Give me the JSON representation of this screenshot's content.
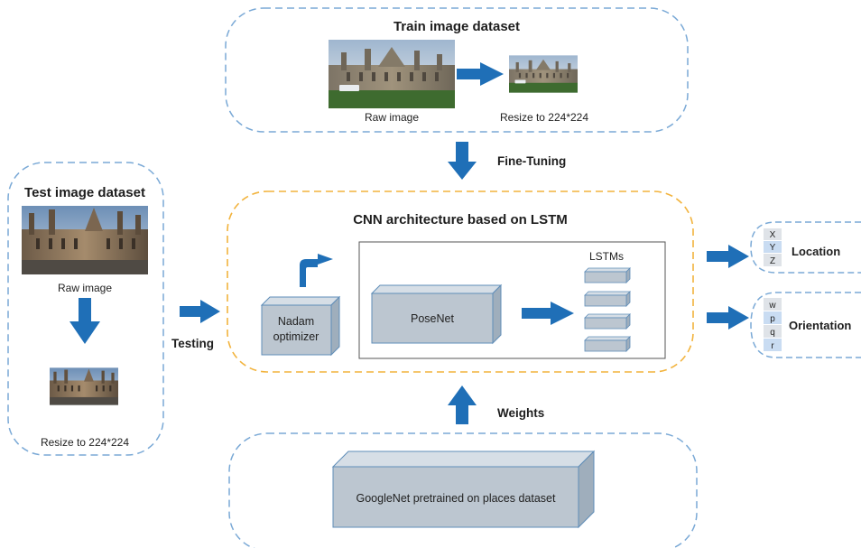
{
  "train": {
    "title": "Train image dataset",
    "raw_label": "Raw image",
    "resize_label": "Resize to 224*224"
  },
  "test": {
    "title": "Test image dataset",
    "raw_label": "Raw image",
    "resize_label": "Resize to 224*224"
  },
  "labels": {
    "fine_tuning": "Fine-Tuning",
    "testing": "Testing",
    "weights": "Weights"
  },
  "cnn": {
    "title": "CNN architecture based on LSTM",
    "optimizer": [
      "Nadam",
      "optimizer"
    ],
    "posenet": "PoseNet",
    "lstms": "LSTMs"
  },
  "googlenet": {
    "label": "GoogleNet pretrained on places dataset"
  },
  "outputs": {
    "location": {
      "label": "Location",
      "cells": [
        "X",
        "Y",
        "Z"
      ]
    },
    "orientation": {
      "label": "Orientation",
      "cells": [
        "w",
        "p",
        "q",
        "r"
      ]
    }
  },
  "colors": {
    "arrow": "#1f6fb7",
    "dashed_blue": "#7aa9d6",
    "dashed_orange": "#f2b33d",
    "box_face": "#bcc6d0",
    "box_top": "#d6dee6",
    "box_side": "#9faebc",
    "box_edge": "#5f8db8"
  }
}
